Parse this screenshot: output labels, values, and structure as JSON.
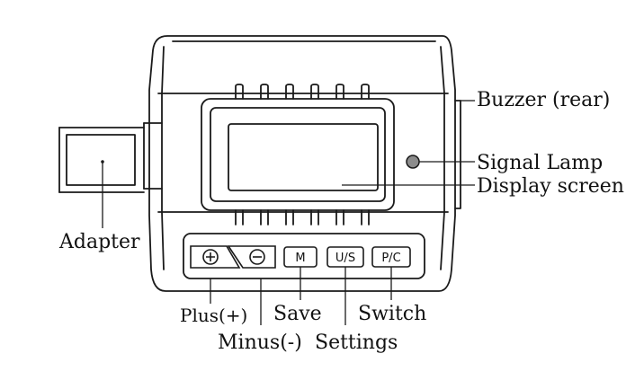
{
  "colors": {
    "stroke": "#1a1a1a",
    "lamp": "#8c8c8c",
    "background": "#ffffff"
  },
  "device": {
    "buttons": [
      {
        "id": "plus",
        "label": "",
        "icon": "plus-circle-icon"
      },
      {
        "id": "minus",
        "label": "",
        "icon": "minus-circle-icon"
      },
      {
        "id": "save",
        "label": "M"
      },
      {
        "id": "settings",
        "label": "U/S"
      },
      {
        "id": "switch",
        "label": "P/C"
      }
    ]
  },
  "labels": {
    "buzzer": "Buzzer (rear)",
    "signal_lamp": "Signal Lamp",
    "display_screen": "Display screen",
    "adapter": "Adapter",
    "plus": "Plus(+)",
    "minus": "Minus(-)",
    "save": "Save",
    "settings": "Settings",
    "switch": "Switch"
  }
}
